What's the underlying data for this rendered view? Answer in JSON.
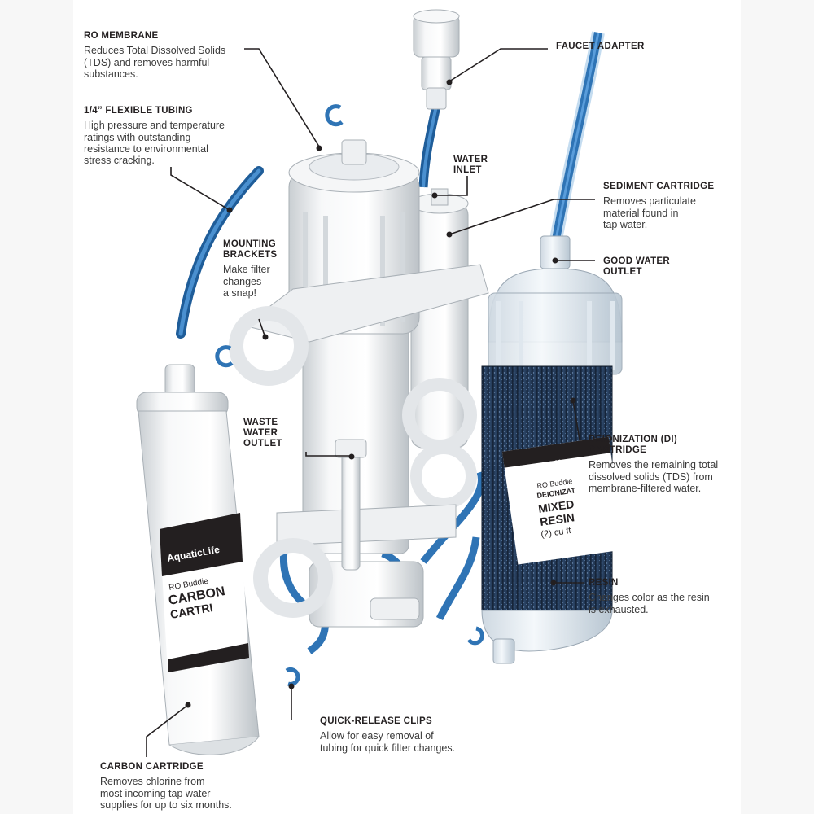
{
  "callouts": {
    "ro_membrane": {
      "title": "RO MEMBRANE",
      "desc": "Reduces Total Dissolved Solids\n(TDS) and removes harmful\nsubstances."
    },
    "flexible_tubing": {
      "title": "1/4” FLEXIBLE TUBING",
      "desc": "High pressure and temperature\nratings with outstanding\nresistance to environmental\nstress cracking."
    },
    "mounting_brackets": {
      "title": "MOUNTING\nBRACKETS",
      "desc": "Make filter\nchanges\na snap!"
    },
    "waste_water_outlet": {
      "title": "WASTE\nWATER\nOUTLET",
      "desc": ""
    },
    "carbon_cartridge": {
      "title": "CARBON CARTRIDGE",
      "desc": "Removes chlorine from\nmost incoming tap water\nsupplies for up to six months."
    },
    "faucet_adapter": {
      "title": "FAUCET ADAPTER",
      "desc": ""
    },
    "water_inlet": {
      "title": "WATER\nINLET",
      "desc": ""
    },
    "sediment_cartridge": {
      "title": "SEDIMENT CARTRIDGE",
      "desc": "Removes particulate\nmaterial found in\ntap water."
    },
    "good_water_outlet": {
      "title": "GOOD WATER\nOUTLET",
      "desc": ""
    },
    "di_cartridge": {
      "title": "DEIONIZATION (DI)\nCARTRIDGE",
      "desc": "Removes the remaining total\ndissolved solids (TDS) from\nmembrane-filtered water."
    },
    "resin": {
      "title": "RESIN",
      "desc": "Changes color as the resin\nis exhausted."
    },
    "quick_release_clips": {
      "title": "QUICK-RELEASE CLIPS",
      "desc": "Allow for easy removal of\ntubing for quick filter changes."
    }
  },
  "product_labels": {
    "brand": "AquaticLife",
    "carbon_line1": "RO Buddie",
    "carbon_line2": "CARBON",
    "carbon_line3": "CARTRI",
    "di_line1": "RO Buddie",
    "di_line2": "DEIONIZAT",
    "di_line3": "MIXED",
    "di_line4": "RESIN",
    "di_line5": "(2) cu ft"
  },
  "colors": {
    "tubing": "#2f74b5",
    "housing": "#eef0f1",
    "resin": "#1f3552",
    "text": "#231f20"
  }
}
